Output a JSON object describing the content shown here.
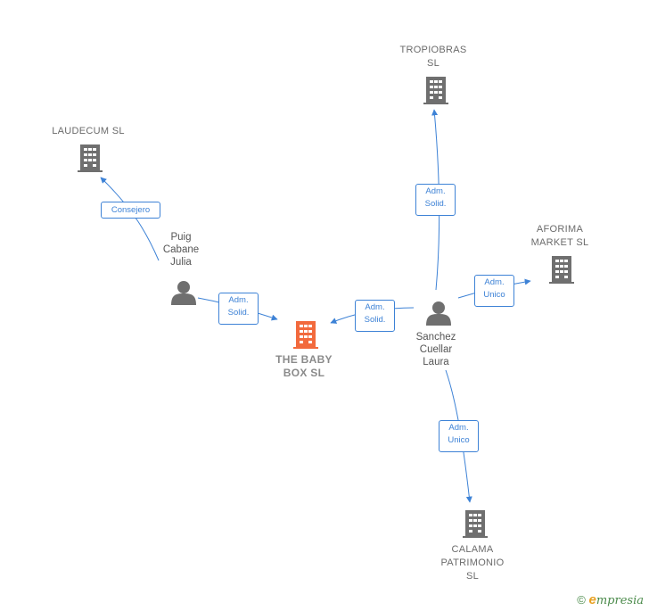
{
  "nodes": {
    "tropiobras": {
      "label": "TROPIOBRAS\nSL"
    },
    "laudecum": {
      "label": "LAUDECUM  SL"
    },
    "aforima": {
      "label": "AFORIMA\nMARKET  SL"
    },
    "thebabybox": {
      "label": "THE BABY\nBOX  SL"
    },
    "calama": {
      "label": "CALAMA\nPATRIMONIO\nSL"
    },
    "puig": {
      "label": "Puig\nCabane\nJulia"
    },
    "sanchez": {
      "label": "Sanchez\nCuellar\nLaura"
    }
  },
  "edges": {
    "consejero": "Consejero",
    "puig_babybox": "Adm.\nSolid.",
    "sanchez_babybox": "Adm.\nSolid.",
    "sanchez_tropiobras": "Adm.\nSolid.",
    "sanchez_aforima": "Adm.\nUnico",
    "sanchez_calama": "Adm.\nUnico"
  },
  "colors": {
    "edge": "#3d82d6",
    "company": "#6f6f6f",
    "focus": "#f26a3d",
    "person": "#6f6f6f"
  },
  "footer": {
    "copyright": "©",
    "brand_initial": "e",
    "brand_rest": "mpresia"
  }
}
